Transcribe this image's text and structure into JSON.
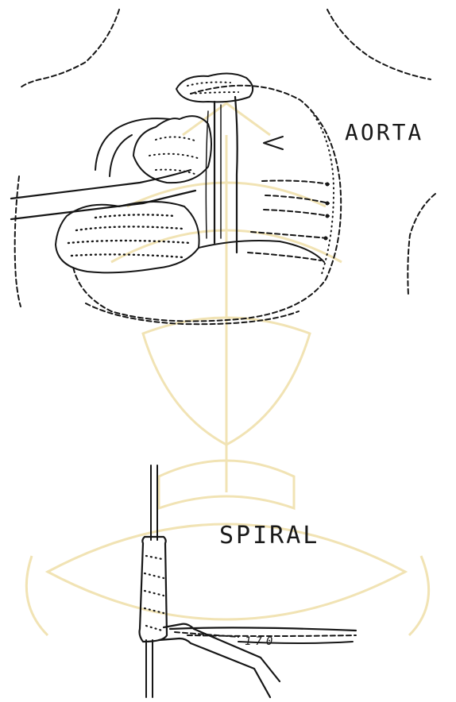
{
  "labels": {
    "aorta": "AORTA",
    "spiral": "SPIRAL",
    "needle_mark": "170"
  },
  "colors": {
    "ink": "#161616",
    "watermark": "#f1e3b4",
    "background": "#ffffff"
  }
}
